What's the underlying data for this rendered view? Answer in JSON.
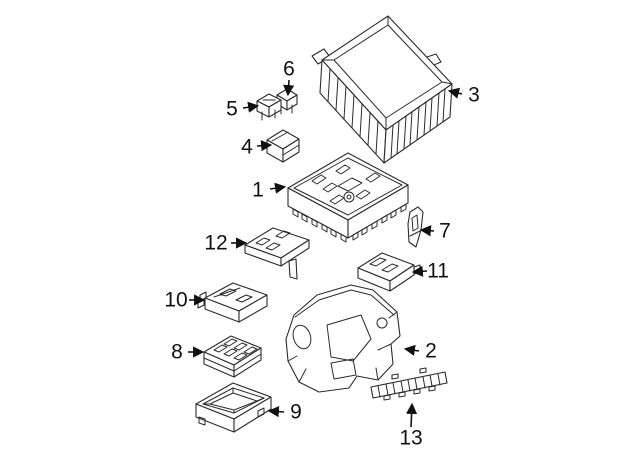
{
  "diagram": {
    "type": "exploded-parts-line-drawing",
    "colors": {
      "background": "#ffffff",
      "line": "#2b2b2b",
      "label": "#111111"
    },
    "callouts": [
      {
        "label": "1",
        "part": "fuse-relay-box"
      },
      {
        "label": "2",
        "part": "mounting-bracket"
      },
      {
        "label": "3",
        "part": "protective-cover"
      },
      {
        "label": "4",
        "part": "relay"
      },
      {
        "label": "5",
        "part": "fuse"
      },
      {
        "label": "6",
        "part": "mini-fuse"
      },
      {
        "label": "7",
        "part": "retaining-clip"
      },
      {
        "label": "8",
        "part": "fuse-block"
      },
      {
        "label": "9",
        "part": "lower-housing-tray"
      },
      {
        "label": "10",
        "part": "connector-block"
      },
      {
        "label": "11",
        "part": "relay-module"
      },
      {
        "label": "12",
        "part": "relay-carrier-plate"
      },
      {
        "label": "13",
        "part": "bus-bar"
      }
    ]
  }
}
